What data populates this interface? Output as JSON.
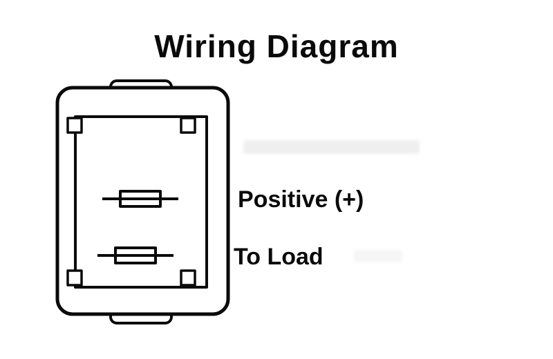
{
  "title": "Wiring Diagram",
  "diagram": {
    "component": "rocker-switch-outline",
    "labels": {
      "positive": "Positive (+)",
      "to_load": "To Load"
    },
    "colors": {
      "line": "#0a0a0a",
      "background": "#ffffff"
    }
  }
}
